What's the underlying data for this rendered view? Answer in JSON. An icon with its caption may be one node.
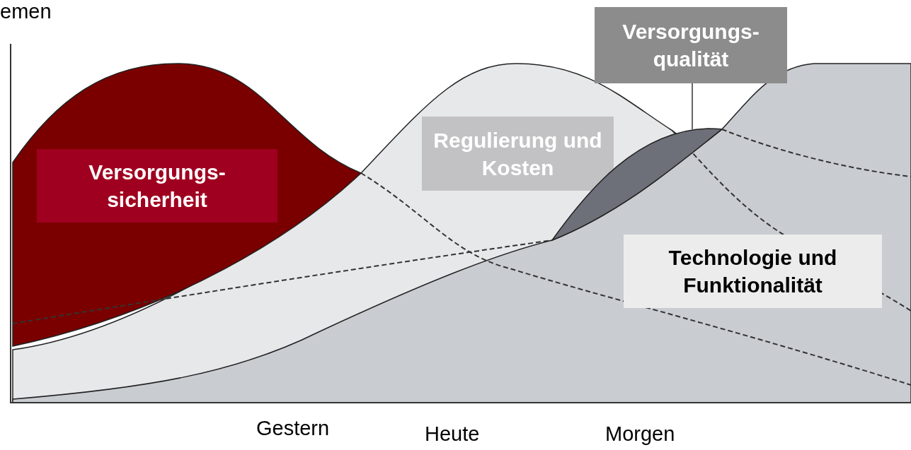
{
  "diagram": {
    "nodes": [
      {
        "text": [
          "Versorgungs- qualität"
        ]
      },
      {
        "text": [
          "Regulierung und Kosten"
        ]
      },
      {
        "text": [
          "Versorgungs- sicherheit"
        ]
      },
      {
        "text": [
          "Technologie und Funktionalität"
        ]
      },
      {
        "text": [],
        "shape": "lens"
      }
    ],
    "edges": [
      {
        "from": 0,
        "to": 4,
        "arrow": "none"
      }
    ],
    "labels": [
      "emen",
      "Gestern",
      "Heute",
      "Morgen"
    ]
  }
}
